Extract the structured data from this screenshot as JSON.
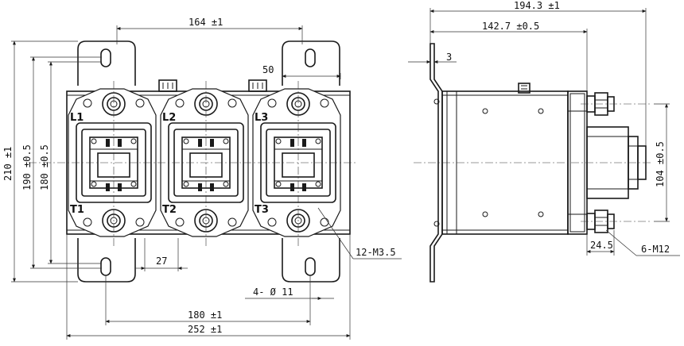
{
  "terminals": {
    "l1": "L1",
    "l2": "L2",
    "l3": "L3",
    "t1": "T1",
    "t2": "T2",
    "t3": "T3"
  },
  "dimensions": {
    "width_center": "164 ±1",
    "tab_width": "50",
    "height_total": "210 ±1",
    "height_190": "190 ±0.5",
    "height_180": "180 ±0.5",
    "offset_27": "27",
    "holes": "4- Ø 11",
    "width_180": "180 ±1",
    "width_252": "252 ±1",
    "screws": "12-M3.5",
    "depth_total": "194.3 ±1",
    "depth_body": "142.7 ±0.5",
    "thickness": "3",
    "pitch_104": "104 ±0.5",
    "offset_24": "24.5",
    "studs": "6-M12"
  }
}
